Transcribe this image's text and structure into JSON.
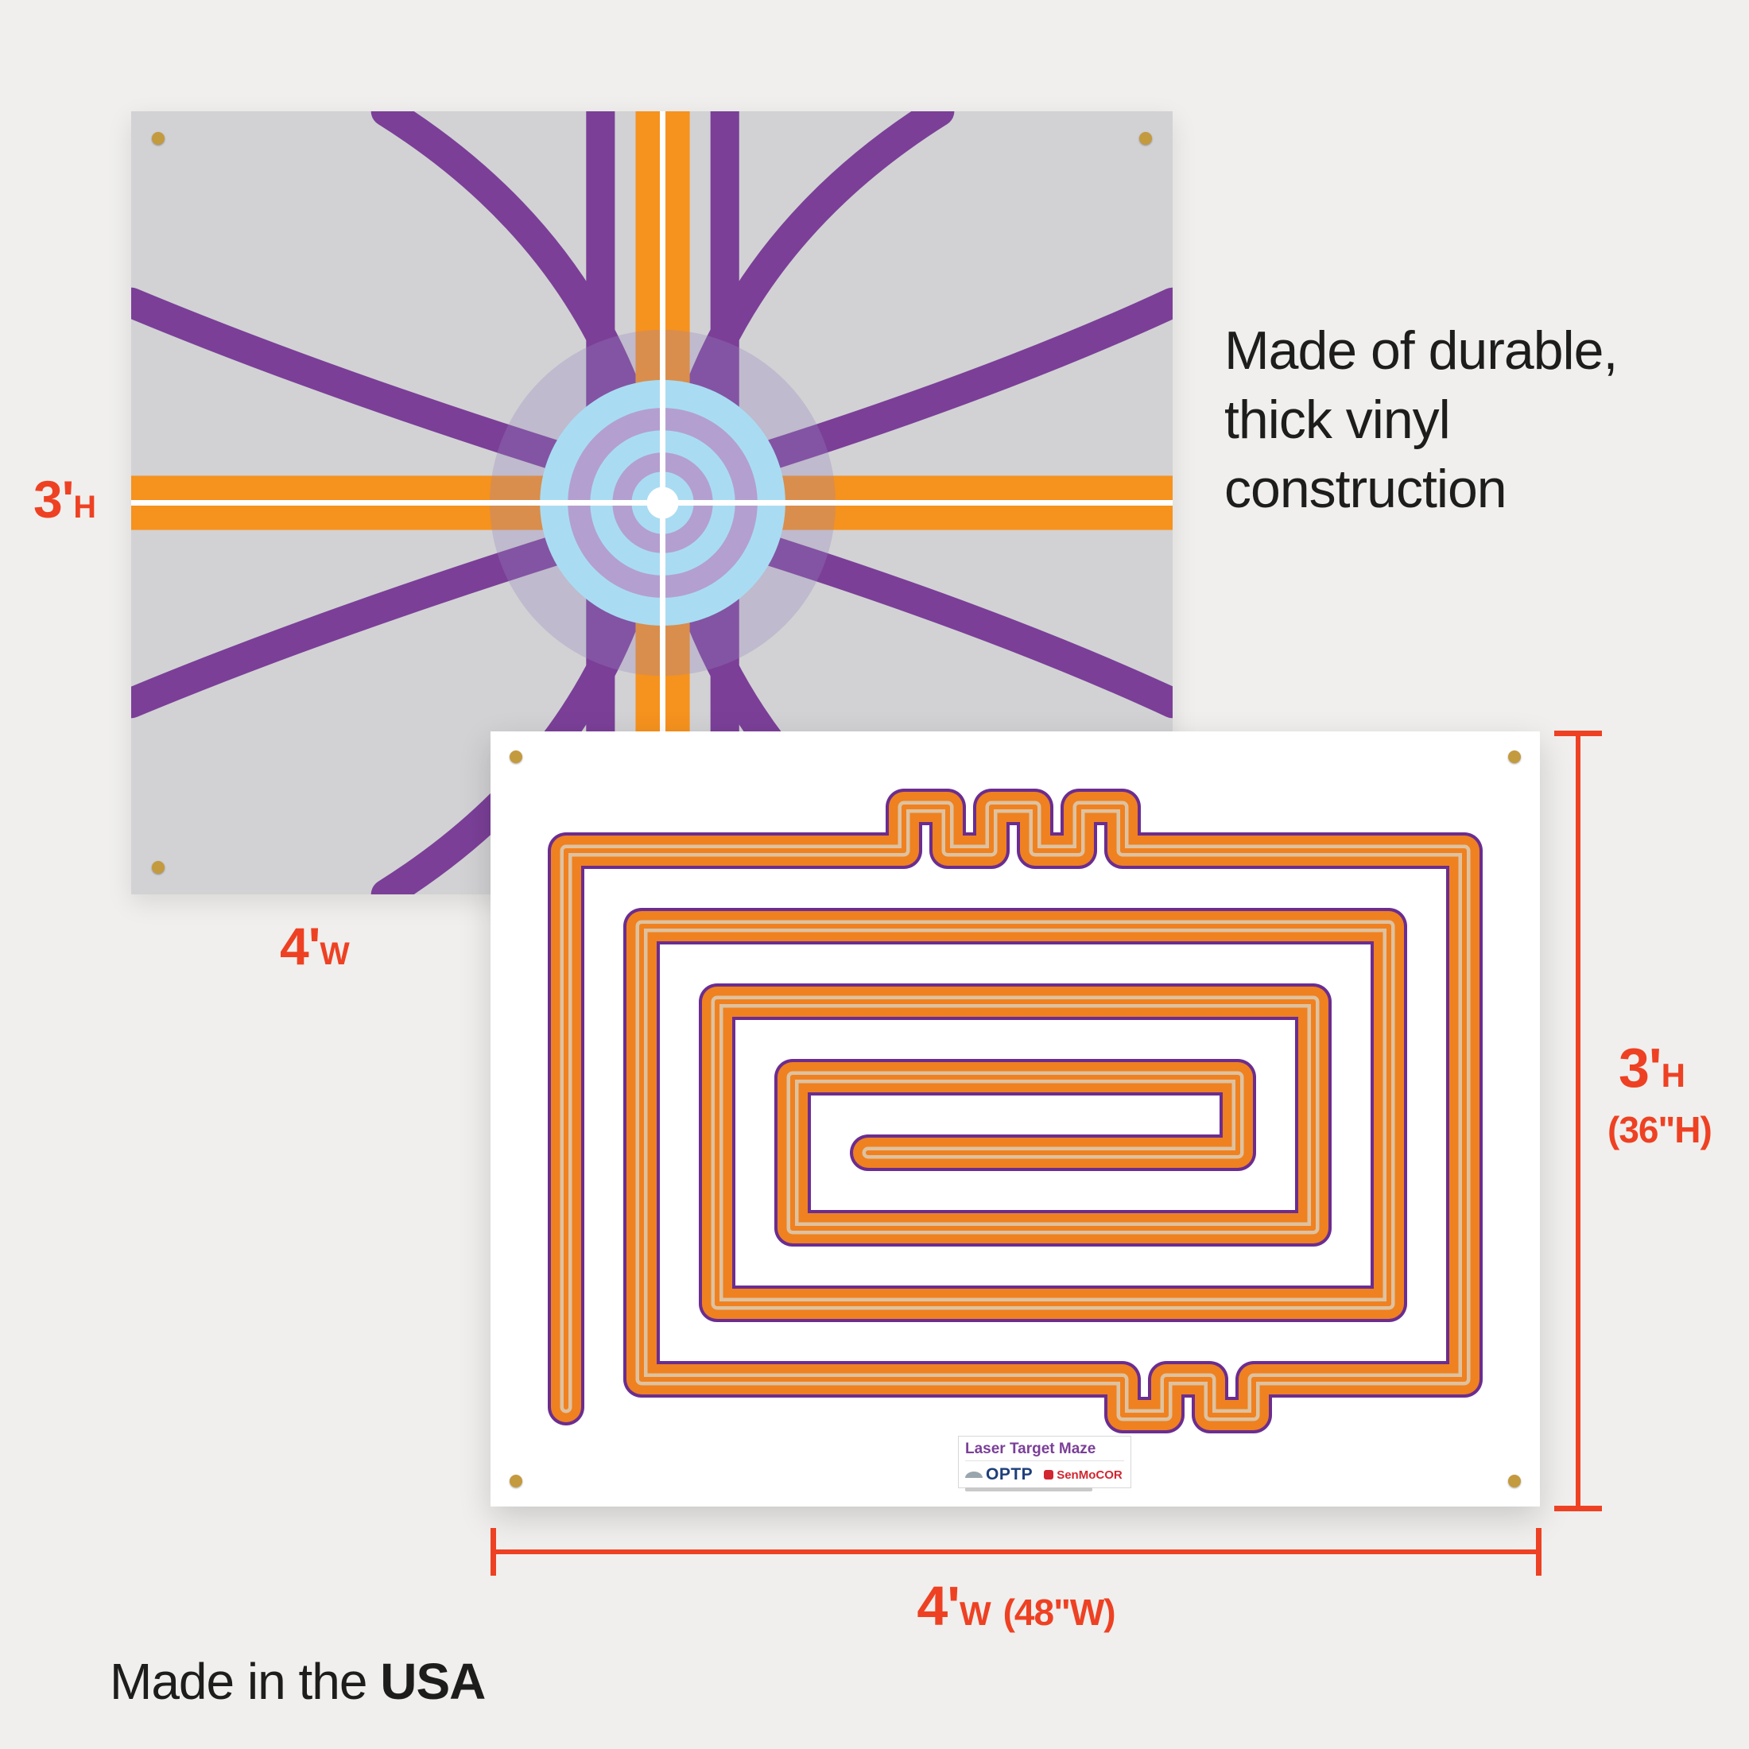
{
  "colors": {
    "c_bg": "#f0efed",
    "c_banner1": "#d2d2d4",
    "c_purple": "#7b3f98",
    "c_orange": "#f6921e",
    "c_white": "#ffffff",
    "c_blue": "#a9dcf2",
    "c_lavender": "#b49fd1",
    "c_maze_orange": "#ef8120",
    "c_maze_outline": "#6b2d90",
    "c_maze_stripe": "#dec2a0",
    "c_accent": "#ee4123",
    "c_gold": "#c49a3e",
    "c_text": "#1d1d1b",
    "c_brand_navy": "#1e3f7a",
    "c_brand_red": "#d22630"
  },
  "annotations": {
    "durability_note": "Made of durable,\nthick vinyl\nconstruction",
    "made_in_prefix": "Made in the ",
    "made_in_strong": "USA",
    "banner1_height": {
      "value": "3'",
      "unit": "H"
    },
    "banner1_width": {
      "value": "4'",
      "unit": "W"
    },
    "banner2_height": {
      "value": "3'",
      "unit": "H",
      "alt": "(36\"H)"
    },
    "banner2_width": {
      "value": "4'",
      "unit": "W",
      "alt": "(48\"W)"
    }
  },
  "maze_banner": {
    "label_title": "Laser Target Maze",
    "brand_primary": "OPTP",
    "brand_secondary": "SenMoCOR"
  }
}
